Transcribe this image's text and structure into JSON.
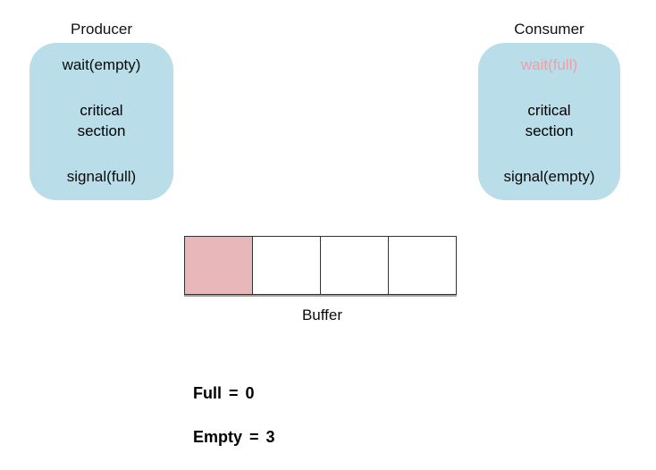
{
  "colors": {
    "box_fill": "#b9dde9",
    "buffer_filled": "#e8b7ba",
    "wait_disabled_text": "#ef9fa6",
    "buffer_border": "#333333"
  },
  "producer": {
    "title": "Producer",
    "wait": "wait(empty)",
    "critical_line1": "critical",
    "critical_line2": "section",
    "signal": "signal(full)"
  },
  "consumer": {
    "title": "Consumer",
    "wait": "wait(full)",
    "critical_line1": "critical",
    "critical_line2": "section",
    "signal": "signal(empty)"
  },
  "buffer": {
    "label": "Buffer",
    "cells": [
      {
        "state": "filled"
      },
      {
        "state": "empty"
      },
      {
        "state": "empty"
      },
      {
        "state": "empty"
      }
    ]
  },
  "counters": {
    "full": {
      "label": "Full",
      "operator": "=",
      "value": "0"
    },
    "empty": {
      "label": "Empty",
      "operator": "=",
      "value": "3"
    }
  }
}
